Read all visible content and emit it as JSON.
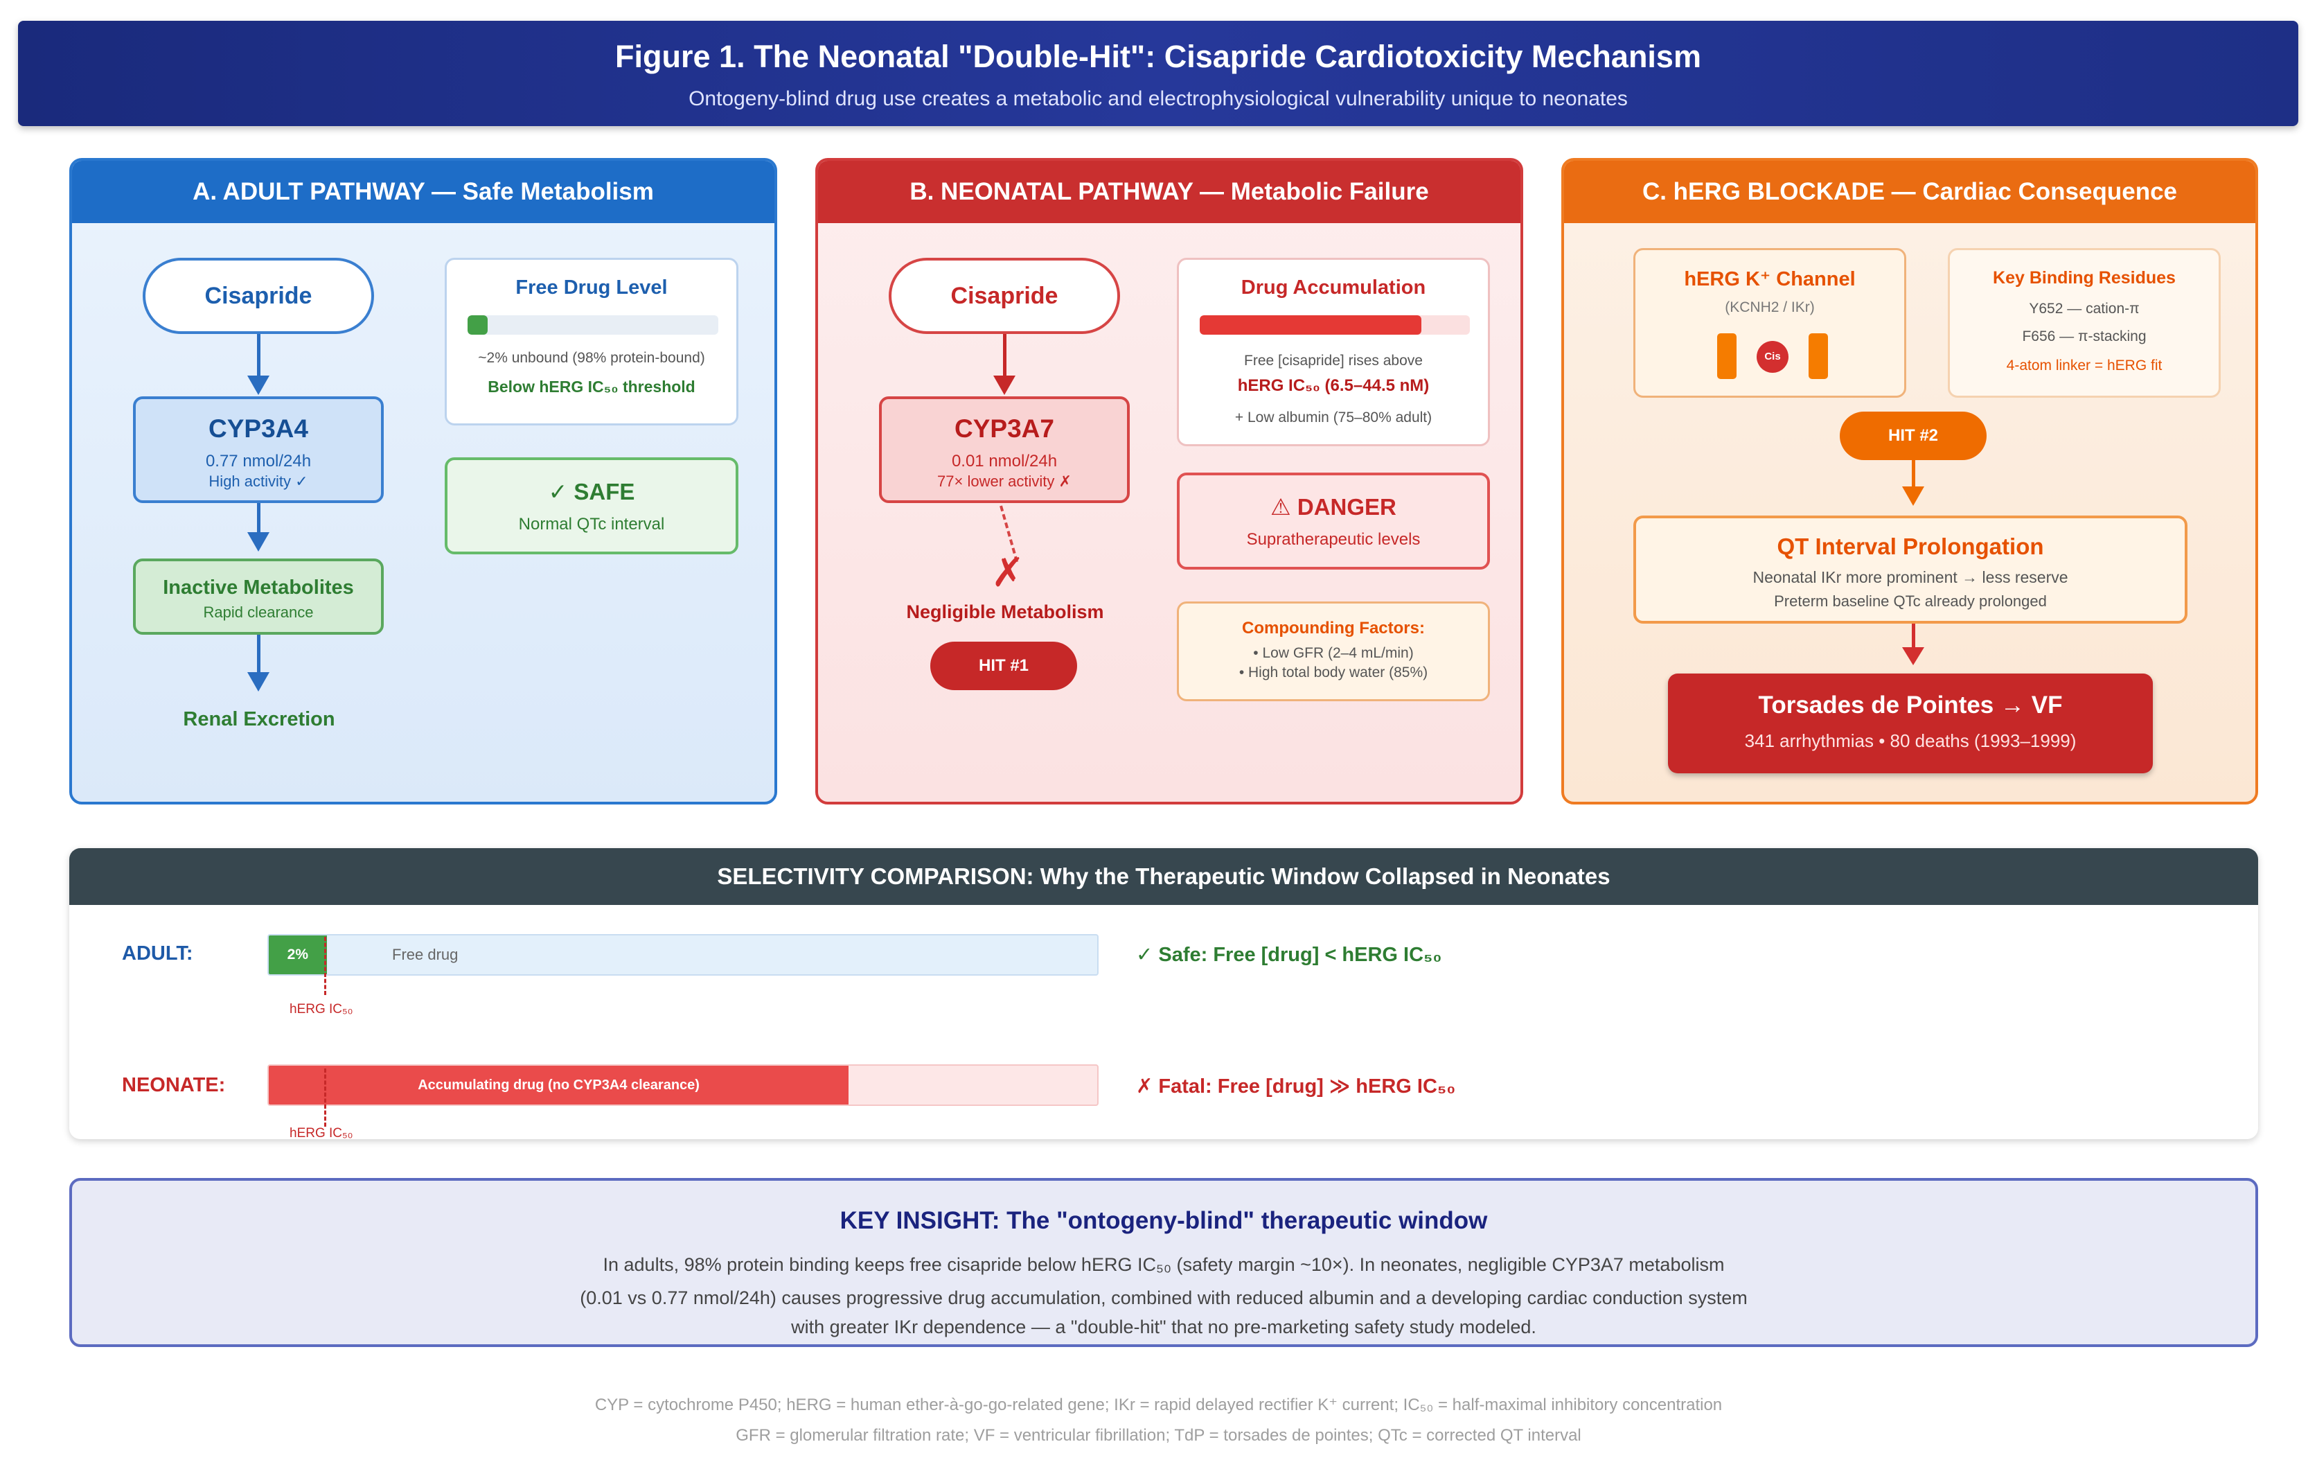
{
  "header": {
    "title_prefix": "Figure ",
    "title_num": "1",
    "title_rest": ". The Neonatal \"Double-Hit\": Cisapride Cardiotoxicity Mechanism",
    "subtitle": "Ontogeny-blind drug use creates a metabolic and electrophysiological vulnerability unique to neonates"
  },
  "panelA": {
    "title": "A. ADULT PATHWAY — Safe Metabolism",
    "drug": "Cisapride",
    "enzyme": "CYP3A4",
    "enzyme_rate": "0.77 nmol/24h",
    "enzyme_activity": "High activity ✓",
    "metabolites": "Inactive Metabolites",
    "metabolites_sub": "Rapid clearance",
    "excretion": "Renal Excretion",
    "free_title": "Free Drug Level",
    "free_fraction": 0.08,
    "free_note": "~2% unbound (98% protein-bound)",
    "free_threshold": "Below hERG IC₅₀ threshold",
    "safe_title": "✓ SAFE",
    "safe_sub": "Normal QTc interval"
  },
  "panelB": {
    "title": "B. NEONATAL PATHWAY — Metabolic Failure",
    "drug": "Cisapride",
    "enzyme": "CYP3A7",
    "enzyme_rate": "0.01 nmol/24h",
    "enzyme_activity": "77× lower activity ✗",
    "cross": "✗",
    "negligible": "Negligible Metabolism",
    "hit": "HIT #1",
    "accum_title": "Drug Accumulation",
    "accum_fraction": 0.82,
    "accum_note1": "Free [cisapride] rises above",
    "accum_note2": "hERG IC₅₀ (6.5–44.5 nM)",
    "accum_note3": "+ Low albumin (75–80% adult)",
    "danger_title": "⚠ DANGER",
    "danger_sub": "Supratherapeutic levels",
    "comp_title": "Compounding Factors:",
    "comp_1": "• Low GFR (2–4 mL/min)",
    "comp_2": "• High total body water (85%)"
  },
  "panelC": {
    "title": "C. hERG BLOCKADE — Cardiac Consequence",
    "channel_title": "hERG K⁺ Channel",
    "channel_sub": "(KCNH2 / IKr)",
    "channel_drug": "Cis",
    "residues_title": "Key Binding Residues",
    "res_1": "Y652 — cation-π",
    "res_2": "F656 — π-stacking",
    "res_3": "4-atom linker = hERG fit",
    "hit": "HIT #2",
    "qt_title": "QT Interval Prolongation",
    "qt_1": "Neonatal IKr more prominent → less reserve",
    "qt_2": "Preterm baseline QTc already prolonged",
    "tdp_title": "Torsades de Pointes → VF",
    "tdp_sub": "341 arrhythmias • 80 deaths (1993–1999)"
  },
  "selectivity": {
    "title": "SELECTIVITY COMPARISON: Why the Therapeutic Window Collapsed in Neonates",
    "adult_label": "ADULT:",
    "adult_pct": "2%",
    "adult_free": "Free drug",
    "adult_fill": 0.07,
    "adult_verdict": "✓ Safe: Free [drug] < hERG IC₅₀",
    "neo_label": "NEONATE:",
    "neo_bar": "Accumulating drug (no CYP3A4 clearance)",
    "neo_fill": 0.7,
    "neo_verdict": "✗ Fatal: Free [drug] ≫ hERG IC₅₀",
    "ic50_label": "hERG IC₅₀"
  },
  "insight": {
    "title": "KEY INSIGHT: The \"ontogeny-blind\" therapeutic window",
    "line1": "In adults, 98% protein binding keeps free cisapride below hERG IC₅₀ (safety margin ~10×). In neonates, negligible CYP3A7 metabolism",
    "line2": "(0.01 vs 0.77 nmol/24h) causes progressive drug accumulation, combined with reduced albumin and a developing cardiac conduction system",
    "line3": "with greater IKr dependence — a \"double-hit\" that no pre-marketing safety study modeled."
  },
  "footnote": {
    "line1": "CYP = cytochrome P450; hERG = human ether-à-go-go-related gene; IKr = rapid delayed rectifier K⁺ current; IC₅₀ = half-maximal inhibitory concentration",
    "line2": "GFR = glomerular filtration rate; VF = ventricular fibrillation; TdP = torsades de pointes; QTc = corrected QT interval"
  },
  "colors": {
    "adult_blue": "#1e6dc7",
    "neonatal_red": "#c92f2f",
    "herg_orange": "#ea6c12",
    "safe_green": "#43a047"
  }
}
